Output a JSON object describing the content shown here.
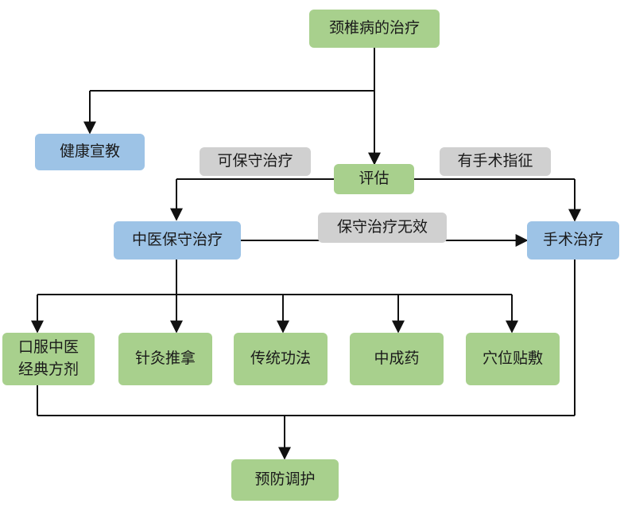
{
  "nodes": {
    "root": "颈椎病的治疗",
    "education": "健康宣教",
    "assess": "评估",
    "tcm": "中医保守治疗",
    "surgery": "手术治疗",
    "oral": "口服中医\n经典方剂",
    "acupuncture": "针灸推拿",
    "exercise": "传统功法",
    "patent": "中成药",
    "acupoint": "穴位贴敷",
    "prevention": "预防调护"
  },
  "labels": {
    "conservative": "可保守治疗",
    "surgical": "有手术指征",
    "ineffective": "保守治疗无效"
  },
  "colors": {
    "green": "#a8d08d",
    "blue": "#9dc3e6",
    "gray": "#d0d0d0",
    "line": "#111111"
  }
}
